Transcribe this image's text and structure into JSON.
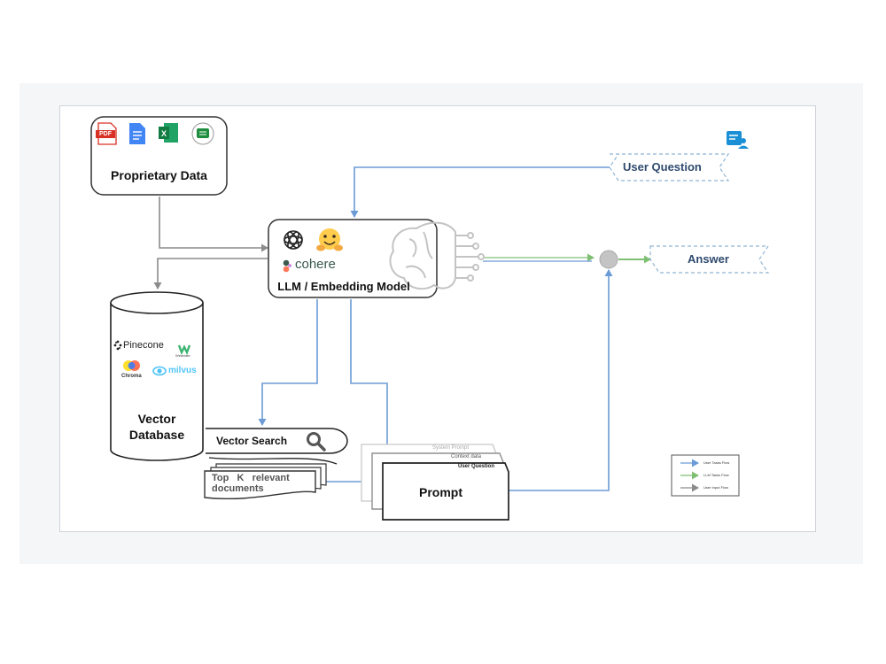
{
  "nodes": {
    "proprietary_data": "Proprietary Data",
    "llm_model": "LLM / Embedding Model",
    "cohere_logo": "cohere",
    "vector_db_line1": "Vector",
    "vector_db_line2": "Database",
    "vector_search": "Vector Search",
    "top_k": "Top   K   relevant",
    "top_k_2": "documents",
    "prompt": "Prompt",
    "system_prompt": "System Prompt",
    "context_data": "Context data",
    "user_question_card": "User Question",
    "user_question": "User Question",
    "answer": "Answer"
  },
  "vector_stores": {
    "pinecone": "Pinecone",
    "weaviate": "Weaviate",
    "chroma": "Chroma",
    "milvus": "milvus"
  },
  "file_icons": {
    "pdf": "PDF"
  },
  "legend": {
    "items": [
      "User Tasks Flow",
      "LLM Tasks Flow",
      "User Input Flow"
    ]
  },
  "colors": {
    "user_flow": "#6b9bd6",
    "llm_flow": "#7fbf73",
    "input_flow": "#8c8c8c",
    "accent_text": "#2f4a6e"
  }
}
